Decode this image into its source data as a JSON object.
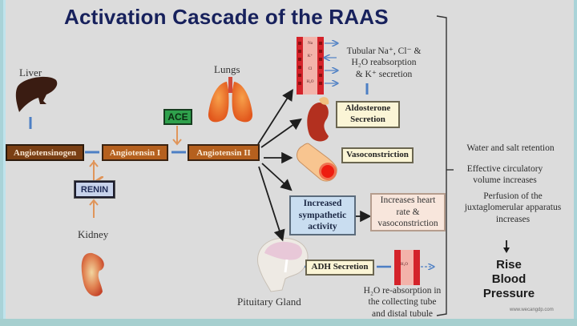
{
  "title": "Activation Cascade of the RAAS",
  "organs": {
    "liver": "Liver",
    "lungs": "Lungs",
    "kidney": "Kidney",
    "pituitary": "Pituitary Gland"
  },
  "pathway": {
    "angiotensinogen": "Angiotensinogen",
    "angiotensin_1": "Angiotensin I",
    "angiotensin_2": "Angiotensin II",
    "ace": "ACE",
    "renin": "RENIN"
  },
  "effects": {
    "tubular": {
      "lines": [
        "Tubular Na⁺, Cl⁻ &",
        "H₂O reabsorption",
        "& K⁺ secretion"
      ],
      "ions": [
        "Na",
        "K⁺",
        "Cl",
        "H₂O"
      ]
    },
    "aldosterone": [
      "Aldosterone",
      "Secretion"
    ],
    "vasoconstriction": "Vasoconstriction",
    "sympathetic": [
      "Increased",
      "sympathetic",
      "activity"
    ],
    "heart_rate": [
      "Increases heart",
      "rate &",
      "vasoconstriction"
    ],
    "adh": "ADH Secretion",
    "adh_ion": "H₂O",
    "h2o_reabsorption": [
      "H₂O re-absorption in",
      "the collecting tube",
      "and distal tubule"
    ]
  },
  "outcomes": {
    "water_salt": "Water and salt retention",
    "circulatory": [
      "Effective circulatory",
      "volume increases"
    ],
    "perfusion": [
      "Perfusion of the",
      "juxtaglomerular apparatus",
      "increases"
    ],
    "result": [
      "Rise",
      "Blood",
      "Pressure"
    ]
  },
  "watermark": "www.wecangdp.com",
  "colors": {
    "title": "#17215c",
    "brown_box": "#7a3f14",
    "orange_box": "#b5601e",
    "ace_green": "#2fa14c",
    "renin_blue": "#c7d2ea",
    "arrow_blue": "#4d7fc4",
    "arrow_orange": "#e0955a",
    "background": "#dcdcdc"
  }
}
